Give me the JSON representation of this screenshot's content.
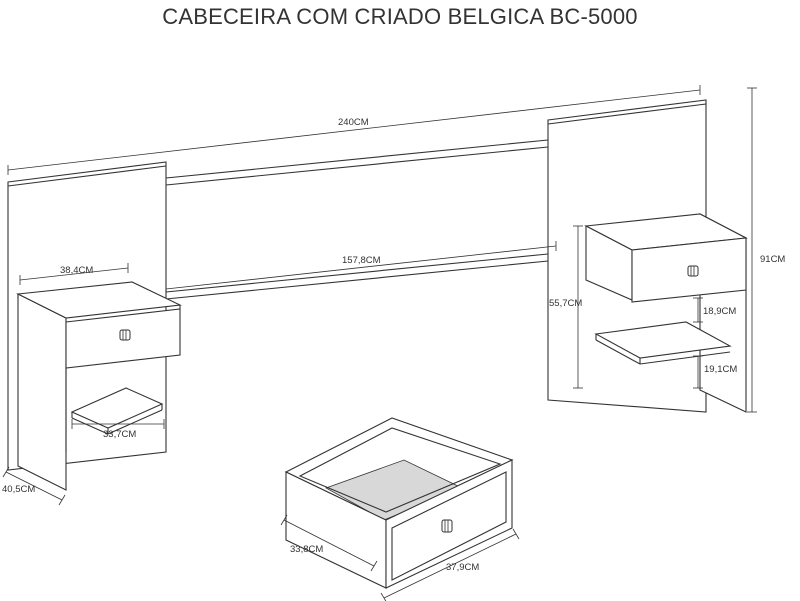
{
  "title": "CABECEIRA COM CRIADO BELGICA BC-5000",
  "dimensions": {
    "total_width": "240CM",
    "middle_panel": "157,8CM",
    "height": "91CM",
    "nightstand_width": "38,4CM",
    "shelf_width": "33,7CM",
    "depth": "40,5CM",
    "nightstand_height": "55,7CM",
    "drawer_gap": "18,9CM",
    "shelf_gap": "19,1CM",
    "drawer_depth": "33,8CM",
    "drawer_width": "37,9CM"
  },
  "colors": {
    "line": "#333333",
    "drawer_bottom": "#d8d8d8"
  }
}
